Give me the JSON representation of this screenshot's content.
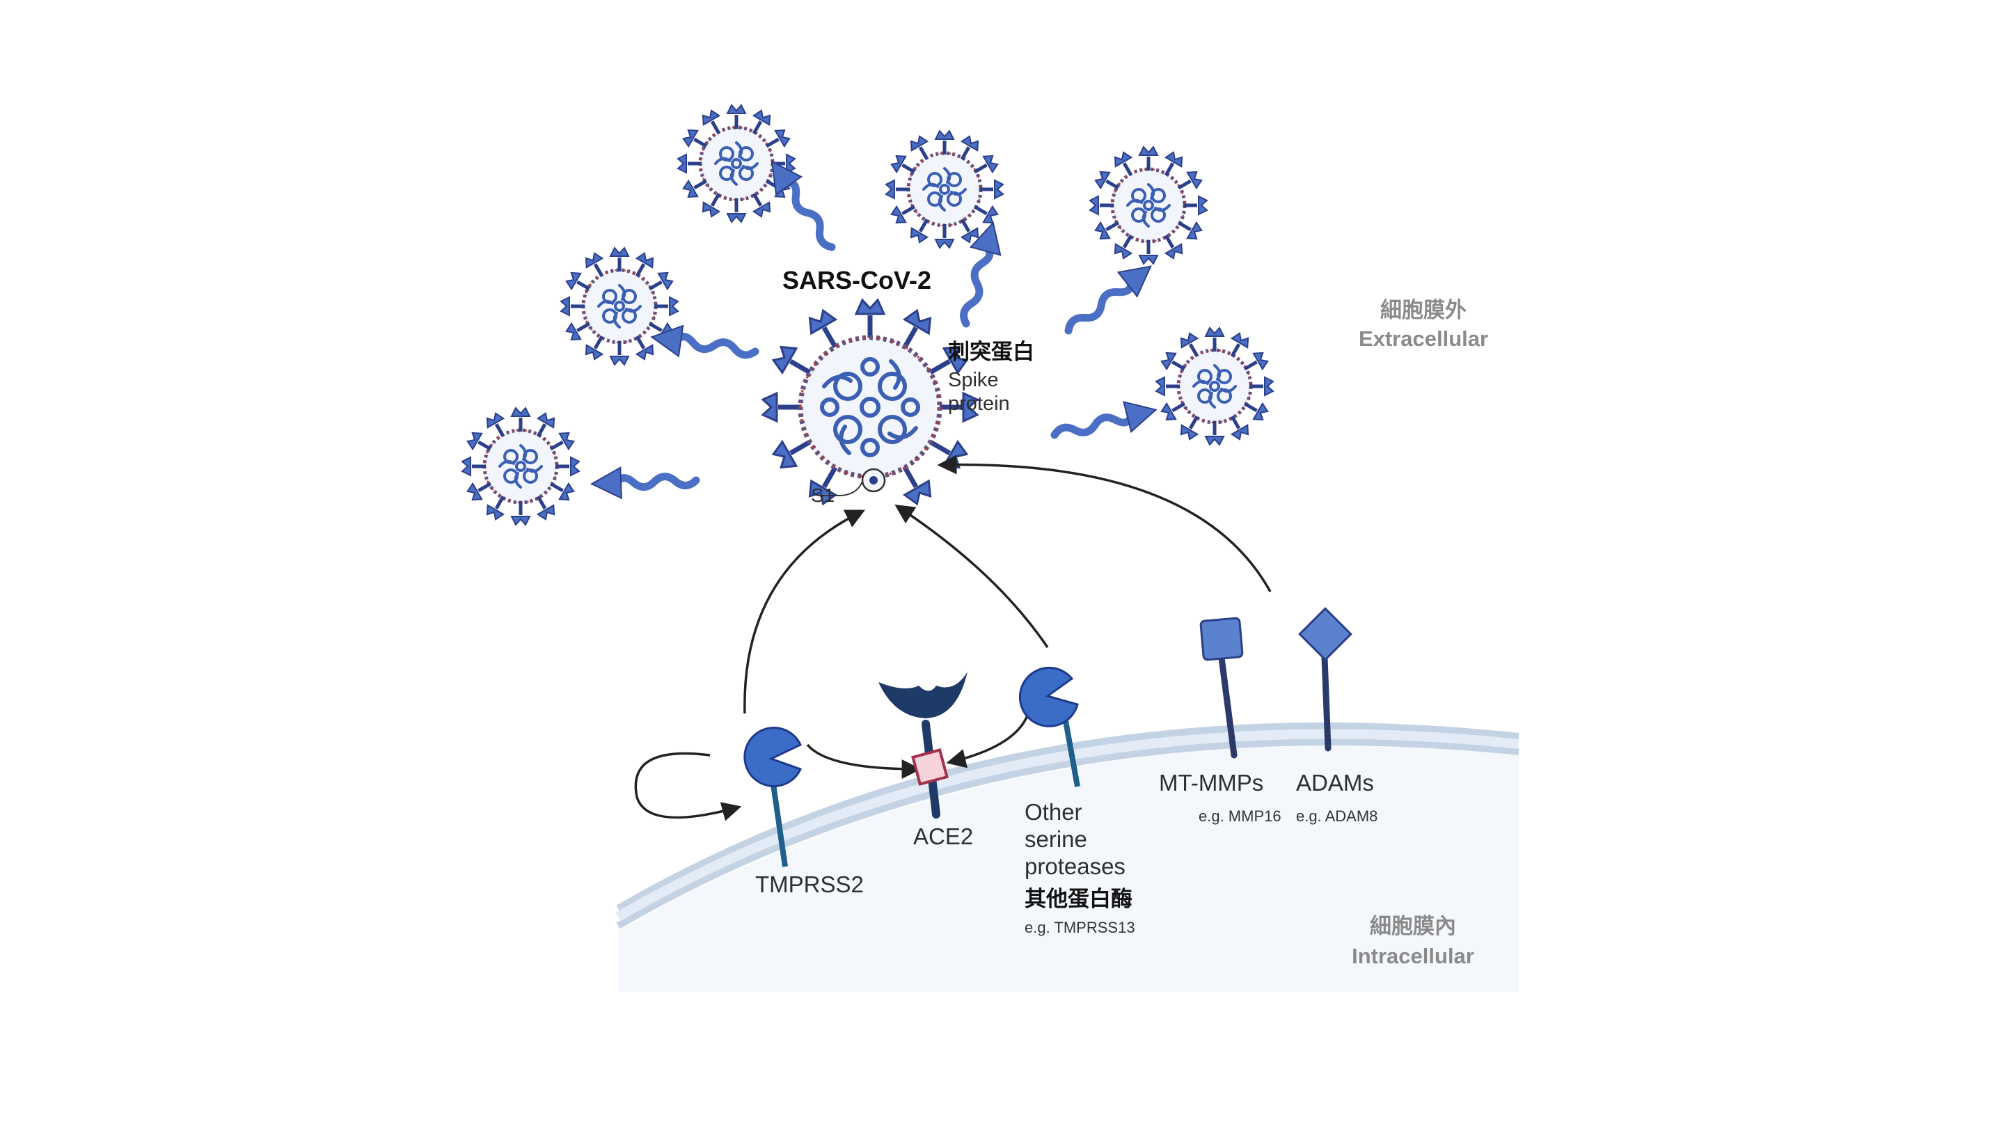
{
  "title": "SARS-CoV-2",
  "spike": {
    "zh": "刺突蛋白",
    "line1": "Spike",
    "line2": "protein"
  },
  "s1": "S1",
  "extracellular": {
    "zh": "細胞膜外",
    "en": "Extracellular"
  },
  "intracellular": {
    "zh": "細胞膜內",
    "en": "Intracellular"
  },
  "proteins": {
    "tmprss2": "TMPRSS2",
    "ace2": "ACE2",
    "other": {
      "line1": "Other",
      "line2": "serine",
      "line3": "proteases",
      "zh": "其他蛋白酶",
      "eg": "e.g. TMPRSS13"
    },
    "mtmmps": {
      "name": "MT-MMPs",
      "eg": "e.g. MMP16"
    },
    "adams": {
      "name": "ADAMs",
      "eg": "e.g. ADAM8"
    }
  },
  "colors": {
    "virus_blue": "#4a6fc4",
    "virus_dark": "#2b3f8a",
    "virus_red": "#c0392b",
    "membrane": "#b9c9dc",
    "cell_fill": "#f4f8fc",
    "protease_blue": "#3b6cc7",
    "ace2_dark": "#1e3a66",
    "ace2_box": "#f6d3da",
    "ace2_box_border": "#a2324c",
    "mmp_blue": "#5b82cc",
    "arrow": "#222222",
    "label_grey": "#8a8a8a"
  }
}
